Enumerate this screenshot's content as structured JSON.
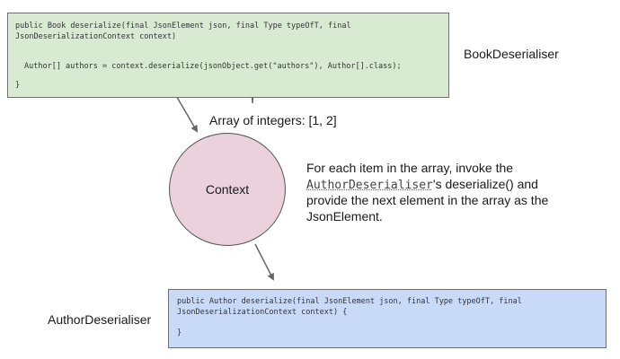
{
  "book_box": {
    "label": "BookDeserialiser",
    "lines": [
      "public Book deserialize(final JsonElement json, final Type typeOfT, final",
      "JsonDeserializationContext context)",
      "Author[] authors = context.deserialize(jsonObject.get(\"authors\"), Author[].class);",
      "}"
    ]
  },
  "array_label": "Array of integers: [1, 2]",
  "context_label": "Context",
  "description": {
    "line1": "For each item in the array, invoke the",
    "class_name": "AuthorDeserialiser",
    "line2_suffix": "'s deserialize() and",
    "line3": "provide the next element in the array as the",
    "line4": "JsonElement."
  },
  "author_box": {
    "label": "AuthorDeserialiser",
    "lines": [
      "public Author deserialize(final JsonElement json, final Type typeOfT, final",
      "JsonDeserializationContext context) {",
      "}"
    ]
  },
  "colors": {
    "book_box_fill": "#d9ead3",
    "author_box_fill": "#c9daf8",
    "context_fill": "#ead1dc",
    "arrow": "#666666"
  }
}
